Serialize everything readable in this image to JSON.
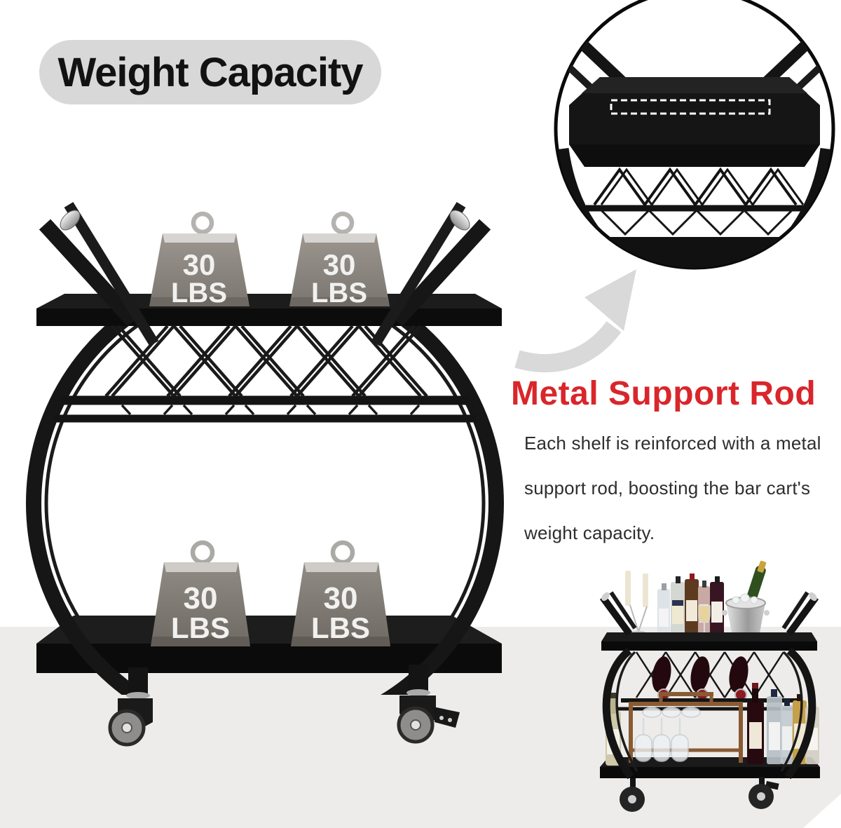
{
  "page": {
    "background_color": "#ffffff",
    "floor_color": "#edecea"
  },
  "title_badge": {
    "label": "Weight Capacity",
    "background": "#d8d8d8",
    "text_color": "#121212"
  },
  "main_render": {
    "frame_color": "#171717",
    "weights": [
      {
        "value": "30",
        "unit": "LBS"
      },
      {
        "value": "30",
        "unit": "LBS"
      },
      {
        "value": "30",
        "unit": "LBS"
      },
      {
        "value": "30",
        "unit": "LBS"
      }
    ]
  },
  "detail_callout": {
    "heading": "Metal Support Rod",
    "heading_color": "#d9262b",
    "body_color": "#2e2e2e",
    "body_lines": [
      "Each shelf is reinforced with a metal",
      "support rod, boosting the bar cart's",
      "weight capacity."
    ]
  }
}
